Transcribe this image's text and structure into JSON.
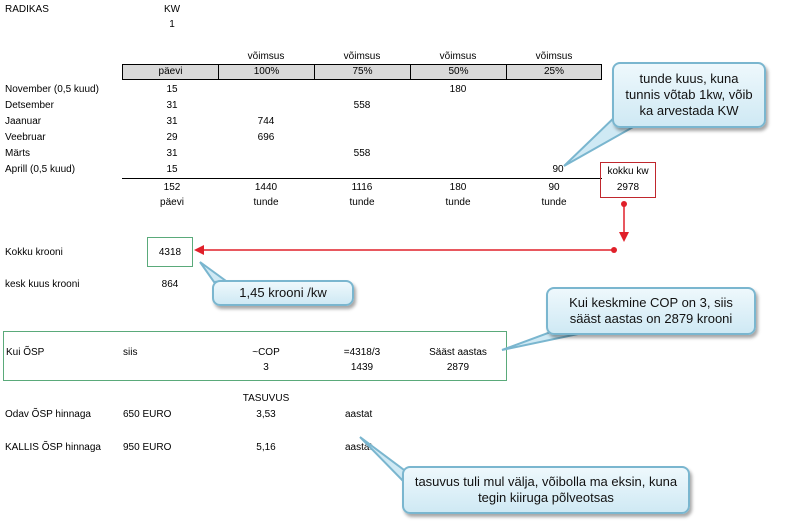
{
  "header": {
    "radikas": "RADIKAS",
    "kw_label": "KW",
    "kw_value": "1"
  },
  "table": {
    "top_labels": [
      "võimsus",
      "võimsus",
      "võimsus",
      "võimsus"
    ],
    "columns": [
      "päevi",
      "100%",
      "75%",
      "50%",
      "25%"
    ],
    "rows": [
      {
        "month": "November (0,5 kuud)",
        "days": "15",
        "p100": "",
        "p75": "",
        "p50": "180",
        "p25": ""
      },
      {
        "month": "Detsember",
        "days": "31",
        "p100": "",
        "p75": "558",
        "p50": "",
        "p25": ""
      },
      {
        "month": "Jaanuar",
        "days": "31",
        "p100": "744",
        "p75": "",
        "p50": "",
        "p25": ""
      },
      {
        "month": "Veebruar",
        "days": "29",
        "p100": "696",
        "p75": "",
        "p50": "",
        "p25": ""
      },
      {
        "month": "Märts",
        "days": "31",
        "p100": "",
        "p75": "558",
        "p50": "",
        "p25": ""
      },
      {
        "month": "Aprill (0,5 kuud)",
        "days": "15",
        "p100": "",
        "p75": "",
        "p50": "",
        "p25": "90"
      }
    ],
    "totals": [
      "152",
      "1440",
      "1116",
      "180",
      "90"
    ],
    "units": [
      "päevi",
      "tunde",
      "tunde",
      "tunde",
      "tunde"
    ],
    "total_label": "kokku kw",
    "total_value": "2978"
  },
  "summary": {
    "kokku_label": "Kokku krooni",
    "kokku_value": "4318",
    "kesk_label": "kesk kuus krooni",
    "kesk_value": "864"
  },
  "osp": {
    "label": "Kui ÕSP",
    "siis": "siis",
    "cop_label": "~COP",
    "cop_value": "3",
    "calc_label": "=4318/3",
    "calc_value": "1439",
    "saast_label": "Sääst aastas",
    "saast_value": "2879"
  },
  "payback": {
    "title": "TASUVUS",
    "rows": [
      {
        "label": "Odav ÕSP hinnaga",
        "price": "650 EURO",
        "years": "3,53",
        "unit": "aastat"
      },
      {
        "label": "KALLIS ÕSP hinnaga",
        "price": "950 EURO",
        "years": "5,16",
        "unit": "aastat"
      }
    ]
  },
  "callouts": {
    "kw_note": "tunde kuus, kuna tunnis võtab 1kw, võib ka arvestada KW",
    "price_note": "1,45 krooni /kw",
    "cop_note": "Kui keskmine COP on 3, siis sääst aastas on 2879 krooni",
    "payback_note": "tasuvus tuli mul välja, võibolla ma eksin, kuna tegin kiiruga põlveotsas"
  },
  "colors": {
    "box_green": "#5aaa7a",
    "box_red": "#c0272d",
    "arrow_red": "#e0202a",
    "header_gray": "#d9d9d9",
    "callout_border": "#7ab6cf"
  }
}
